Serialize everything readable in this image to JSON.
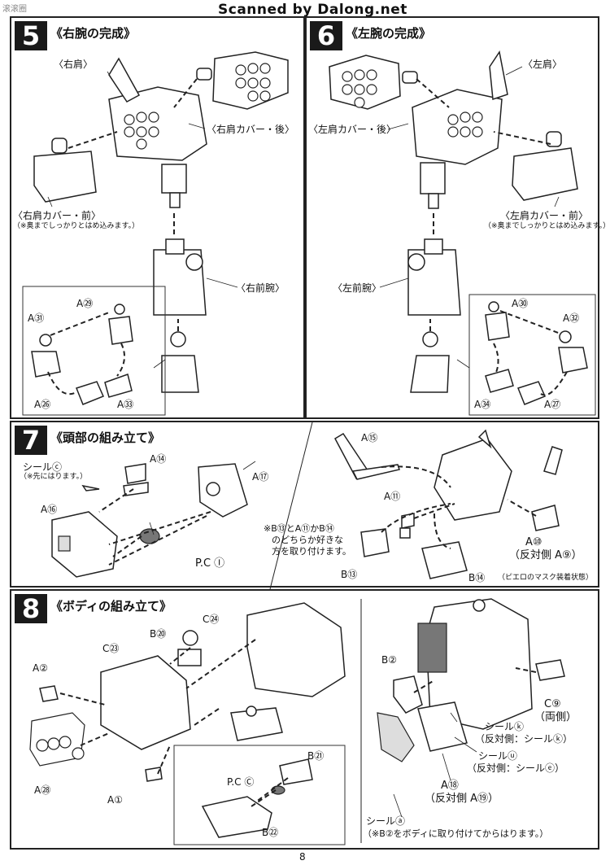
{
  "header": {
    "watermark_left": "滚滚圈",
    "scanner_credit": "Scanned by Dalong.net"
  },
  "step5": {
    "number": "5",
    "title": "《右腕の完成》",
    "labels": {
      "right_shoulder": "〈右肩〉",
      "right_shoulder_cover_back": "〈右肩カバー・後〉",
      "right_shoulder_cover_front": "〈右肩カバー・前〉",
      "note": "（※奥までしっかりとはめ込みます。）",
      "right_forearm": "〈右前腕〉",
      "a29": "A㉙",
      "a31": "A㉛",
      "a26": "A㉖",
      "a33": "A㉝"
    }
  },
  "step6": {
    "number": "6",
    "title": "《左腕の完成》",
    "labels": {
      "left_shoulder": "〈左肩〉",
      "left_shoulder_cover_back": "〈左肩カバー・後〉",
      "left_shoulder_cover_front": "〈左肩カバー・前〉",
      "note": "（※奥までしっかりとはめ込みます。）",
      "left_forearm": "〈左前腕〉",
      "a30": "A㉚",
      "a32": "A㉜",
      "a34": "A㉞",
      "a27": "A㉗"
    }
  },
  "step7": {
    "number": "7",
    "title": "《頭部の組み立て》",
    "labels": {
      "seal_ko": "シールⓒ",
      "seal_note": "（※先にはります。）",
      "a14": "A⑭",
      "a17": "A⑰",
      "a16": "A⑯",
      "pc_i": "P.C Ⓘ",
      "note_line1": "※B⑬とA⑪かB⑭",
      "note_line2": "のどちらか好きな",
      "note_line3": "方を取り付けます。",
      "a15": "A⑮",
      "a11": "A⑪",
      "b13": "B⑬",
      "a10": "A⑩",
      "a10_opp": "（反対側 A⑨）",
      "b14": "B⑭",
      "b14_note": "（ピエロのマスク装着状態）"
    }
  },
  "step8": {
    "number": "8",
    "title": "《ボディの組み立て》",
    "labels": {
      "c24": "C㉔",
      "b20": "B⑳",
      "c23": "C㉓",
      "a2": "A②",
      "a28": "A㉘",
      "a1": "A①",
      "b21": "B㉑",
      "pc_c": "P.C Ⓒ",
      "b22": "B㉒",
      "b2": "B②",
      "c9": "C⑨",
      "c9_both": "（両側）",
      "seal_ka": "シールⓚ",
      "seal_ka_opp": "（反対側：シールⓚ）",
      "seal_u": "シールⓤ",
      "seal_u_opp": "（反対側：シールⓔ）",
      "a18": "A⑱",
      "a18_opp": "（反対側 A⑲）",
      "seal_a": "シールⓐ",
      "seal_a_note": "（※B②をボディに取り付けてからはります。）"
    }
  },
  "footer": {
    "page_number": "8"
  }
}
